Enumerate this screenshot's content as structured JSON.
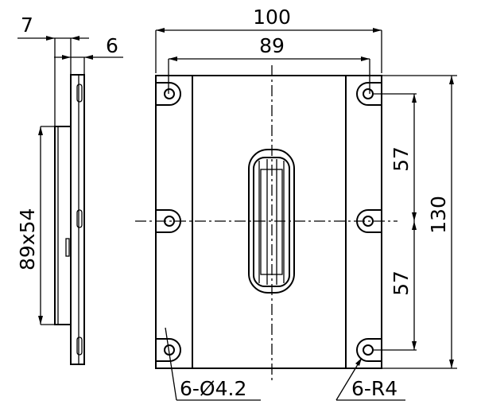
{
  "side_view": {
    "dim_thickness_total": "7",
    "dim_thickness_plate": "6",
    "dim_ribbon": "89x54"
  },
  "front_view": {
    "dim_width": "100",
    "dim_hole_spacing_x": "89",
    "dim_height": "130",
    "dim_hole_spacing_upper": "57",
    "dim_hole_spacing_lower": "57",
    "note_holes": "6-Ø4.2",
    "note_radius": "6-R4"
  }
}
